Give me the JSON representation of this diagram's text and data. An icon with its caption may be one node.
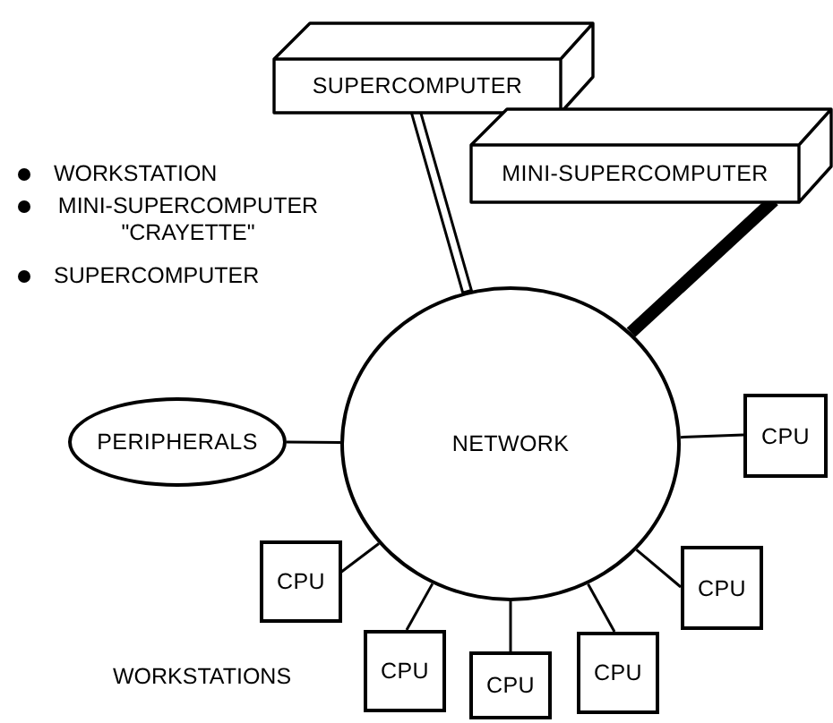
{
  "diagram": {
    "nodes": [
      {
        "text": [
          "SUPERCOMPUTER"
        ]
      },
      {
        "text": [
          "MINI-SUPERCOMPUTER"
        ]
      },
      {
        "text": [
          "PERIPHERALS"
        ]
      },
      {
        "text": [
          "NETWORK"
        ]
      },
      {
        "text": [
          "CPU"
        ]
      },
      {
        "text": [
          "CPU"
        ]
      },
      {
        "text": [
          "CPU"
        ]
      },
      {
        "text": [
          "CPU"
        ]
      },
      {
        "text": [
          "CPU"
        ]
      },
      {
        "text": [
          "CPU"
        ]
      }
    ],
    "edges": [
      {
        "from": 0,
        "to": 3,
        "arrow": "none"
      },
      {
        "from": 1,
        "to": 3,
        "arrow": "none",
        "style": "thick"
      },
      {
        "from": 2,
        "to": 3,
        "arrow": "none"
      },
      {
        "from": 3,
        "to": 4,
        "arrow": "none"
      },
      {
        "from": 3,
        "to": 5,
        "arrow": "none"
      },
      {
        "from": 3,
        "to": 6,
        "arrow": "none"
      },
      {
        "from": 3,
        "to": 7,
        "arrow": "none"
      },
      {
        "from": 3,
        "to": 8,
        "arrow": "none"
      },
      {
        "from": 3,
        "to": 9,
        "arrow": "none"
      }
    ],
    "labels": [
      "WORKSTATION",
      "MINI-SUPERCOMPUTER \"CRAYETTE\"",
      "SUPERCOMPUTER",
      "WORKSTATIONS"
    ]
  }
}
